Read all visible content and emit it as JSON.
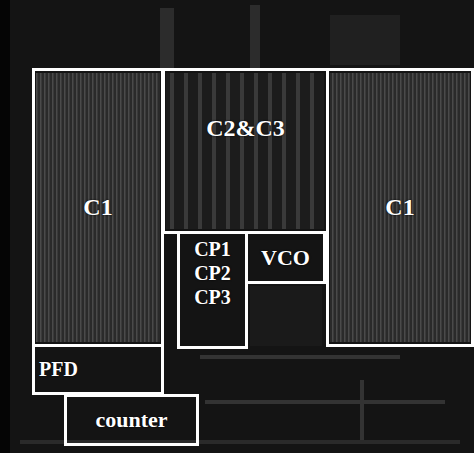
{
  "diagram": {
    "nodes": [
      {
        "text": [
          "C1"
        ]
      },
      {
        "text": [
          "C2&C3"
        ]
      },
      {
        "text": [
          "C1"
        ]
      },
      {
        "text": [
          "CP1",
          "CP2",
          "CP3"
        ]
      },
      {
        "text": [
          "VCO"
        ]
      },
      {
        "text": [
          "PFD"
        ]
      },
      {
        "text": [
          "counter"
        ]
      }
    ]
  }
}
